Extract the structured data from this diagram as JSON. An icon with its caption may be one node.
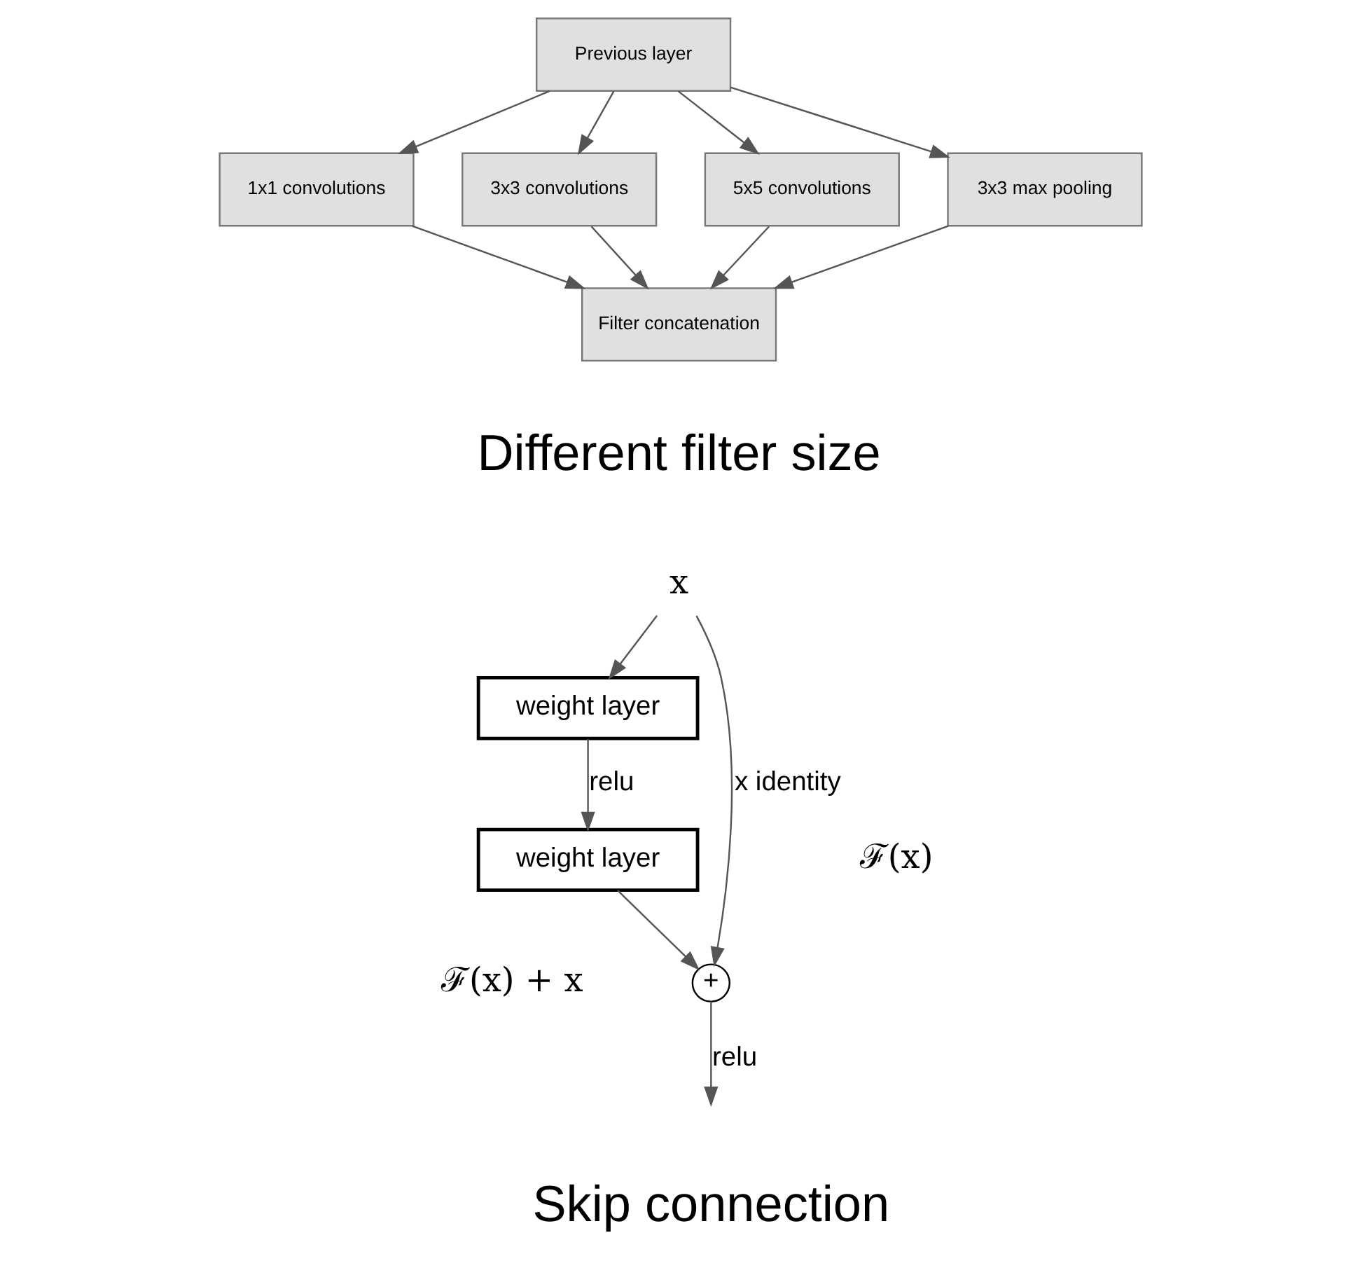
{
  "diagram": {
    "nodes": [
      {
        "text": [
          "Filter concatenation"
        ]
      },
      {
        "text": [
          "1x1 convolutions"
        ]
      },
      {
        "text": [
          "3x3 convolutions"
        ]
      },
      {
        "text": [
          "5x5 convolutions"
        ]
      },
      {
        "text": [
          "3x3 max pooling"
        ]
      },
      {
        "text": [
          "Previous layer"
        ]
      },
      {
        "text": [
          "x"
        ]
      },
      {
        "text": [
          "weight layer"
        ]
      },
      {
        "text": [
          "weight layer"
        ]
      },
      {
        "text": [
          "+"
        ]
      }
    ],
    "edges": [
      {
        "from": 5,
        "to": 1,
        "arrow": "to"
      },
      {
        "from": 5,
        "to": 2,
        "arrow": "to"
      },
      {
        "from": 5,
        "to": 3,
        "arrow": "to"
      },
      {
        "from": 5,
        "to": 4,
        "arrow": "to"
      },
      {
        "from": 1,
        "to": 0,
        "arrow": "to"
      },
      {
        "from": 2,
        "to": 0,
        "arrow": "to"
      },
      {
        "from": 3,
        "to": 0,
        "arrow": "to"
      },
      {
        "from": 4,
        "to": 0,
        "arrow": "to"
      },
      {
        "from": 6,
        "to": 7,
        "arrow": "to"
      },
      {
        "from": 7,
        "to": 8,
        "arrow": "to",
        "label": "relu"
      },
      {
        "from": 8,
        "to": 9,
        "arrow": "to"
      },
      {
        "from": 6,
        "to": 9,
        "arrow": "to",
        "label": "x identity"
      },
      {
        "from": 9,
        "to": null,
        "arrow": "to",
        "label": "relu"
      }
    ],
    "labels": [
      "Different filter size",
      "ℱ(x)",
      "ℱ(x) + x",
      "Skip connection"
    ]
  }
}
